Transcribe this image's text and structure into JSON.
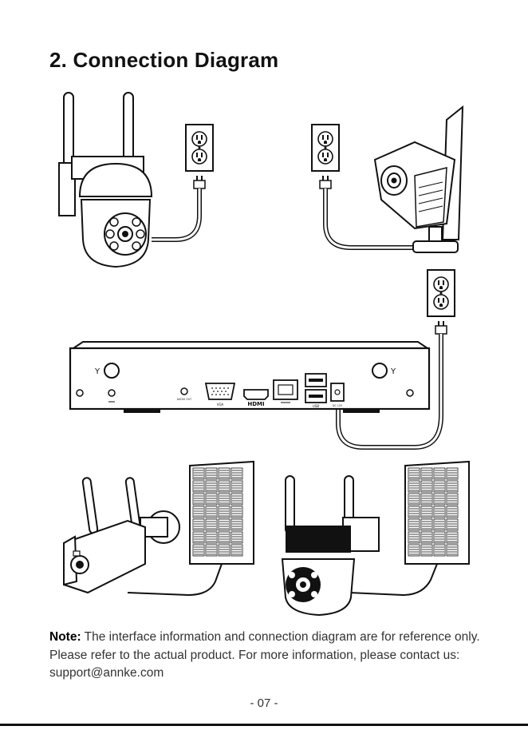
{
  "page": {
    "title": "2. Connection Diagram",
    "note_label": "Note:",
    "note_text": " The interface information and connection diagram are for reference only. Please refer to the actual product. For more information, please contact us: support@annke.com",
    "page_number": "- 07 -"
  },
  "nvr": {
    "port_labels": {
      "audio_out": "AUDIO OUT",
      "vga": "VGA",
      "hdmi": "HDMI",
      "usb": "USB",
      "dc": "DC 12V"
    }
  }
}
